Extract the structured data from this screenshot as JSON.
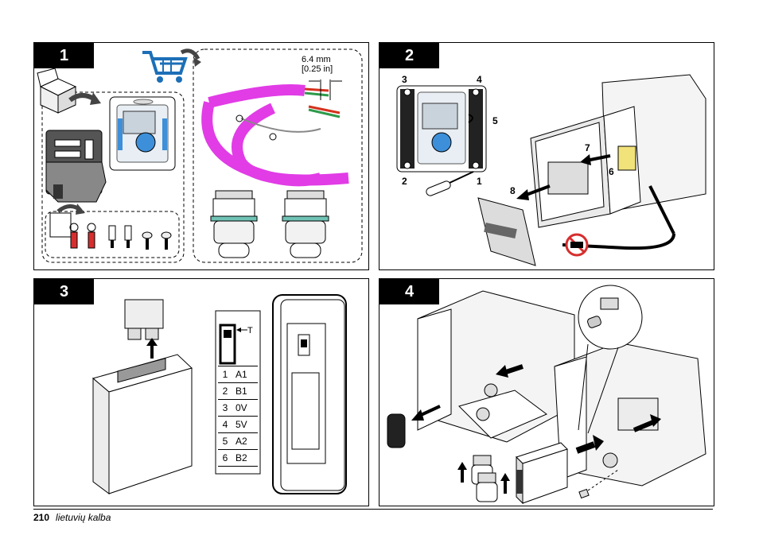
{
  "panels": [
    {
      "number": "1"
    },
    {
      "number": "2"
    },
    {
      "number": "3"
    },
    {
      "number": "4"
    }
  ],
  "panel1": {
    "wire_strip_mm": "6.4 mm",
    "wire_strip_in": "[0.25 in]"
  },
  "panel2": {
    "callouts": [
      "3",
      "4",
      "5",
      "2",
      "1",
      "7",
      "6",
      "8"
    ]
  },
  "panel3": {
    "switch_label": "T",
    "terminals": [
      {
        "pin": "1",
        "signal": "A1"
      },
      {
        "pin": "2",
        "signal": "B1"
      },
      {
        "pin": "3",
        "signal": "0V"
      },
      {
        "pin": "4",
        "signal": "5V"
      },
      {
        "pin": "5",
        "signal": "A2"
      },
      {
        "pin": "6",
        "signal": "B2"
      }
    ]
  },
  "footer": {
    "page_number": "210",
    "language": "lietuvių kalba"
  },
  "colors": {
    "cable_magenta": "#e13ce6",
    "wire_red": "#d4321e",
    "wire_green": "#2e9a4b",
    "screen_blue": "#3d8fd9",
    "cart_blue": "#1c6fb7",
    "ferrule_red": "#d62e2e"
  }
}
